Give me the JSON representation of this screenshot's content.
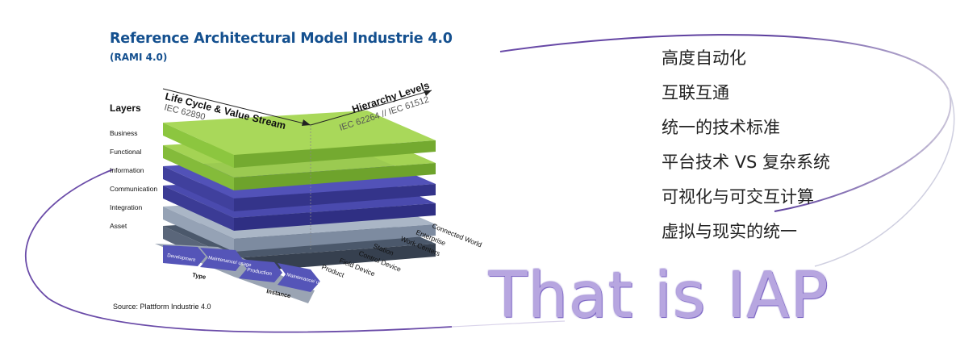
{
  "figure": {
    "title": "Reference Architectural Model Industrie 4.0",
    "subtitle": "(RAMI 4.0)",
    "life_cycle_axis": {
      "title": "Life Cycle & Value Stream",
      "standard": "IEC 62890"
    },
    "hierarchy_axis": {
      "title": "Hierarchy Levels",
      "standard": "IEC 62264 // IEC 61512"
    },
    "layers_title": "Layers",
    "layers": [
      "Business",
      "Functional",
      "Information",
      "Communication",
      "Integration",
      "Asset"
    ],
    "hierarchy_levels": [
      "Connected World",
      "Enterprise",
      "Work Centers",
      "Station",
      "Control Device",
      "Field Device",
      "Product"
    ],
    "lifecycle_stages": {
      "type": [
        "Development",
        "Maintenance/ usage"
      ],
      "type_label": "Type",
      "instance": [
        "Production",
        "Maintenance/ usage"
      ],
      "instance_label": "Instance"
    },
    "source": "Source: Plattform Industrie 4.0",
    "colors": {
      "title": "#14508f",
      "green_layer": "#8cc63f",
      "blue_layer": "#3d3d9e",
      "grey_layer": "#8e9db0",
      "dark_layer": "#4b586b",
      "arrow": "#3f4f87"
    }
  },
  "list": [
    "高度自动化",
    "互联互通",
    "统一的技术标准",
    "平台技术 VS 复杂系统",
    "可视化与可交互计算",
    "虚拟与现实的统一"
  ],
  "tagline": "That is IAP",
  "colors": {
    "ellipse": "#5a3c9c",
    "tagline": "#b7a6e0"
  }
}
